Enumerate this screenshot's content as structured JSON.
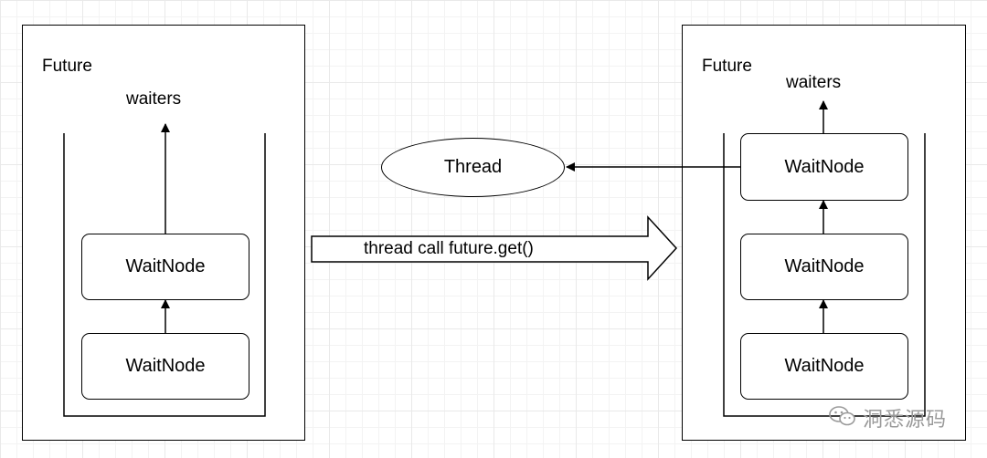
{
  "left_future": {
    "title": "Future",
    "waiters_label": "waiters",
    "nodes": [
      "WaitNode",
      "WaitNode"
    ]
  },
  "right_future": {
    "title": "Future",
    "waiters_label": "waiters",
    "nodes": [
      "WaitNode",
      "WaitNode",
      "WaitNode"
    ]
  },
  "thread_label": "Thread",
  "call_arrow_label": "thread call  future.get()",
  "watermark": "洞悉源码"
}
